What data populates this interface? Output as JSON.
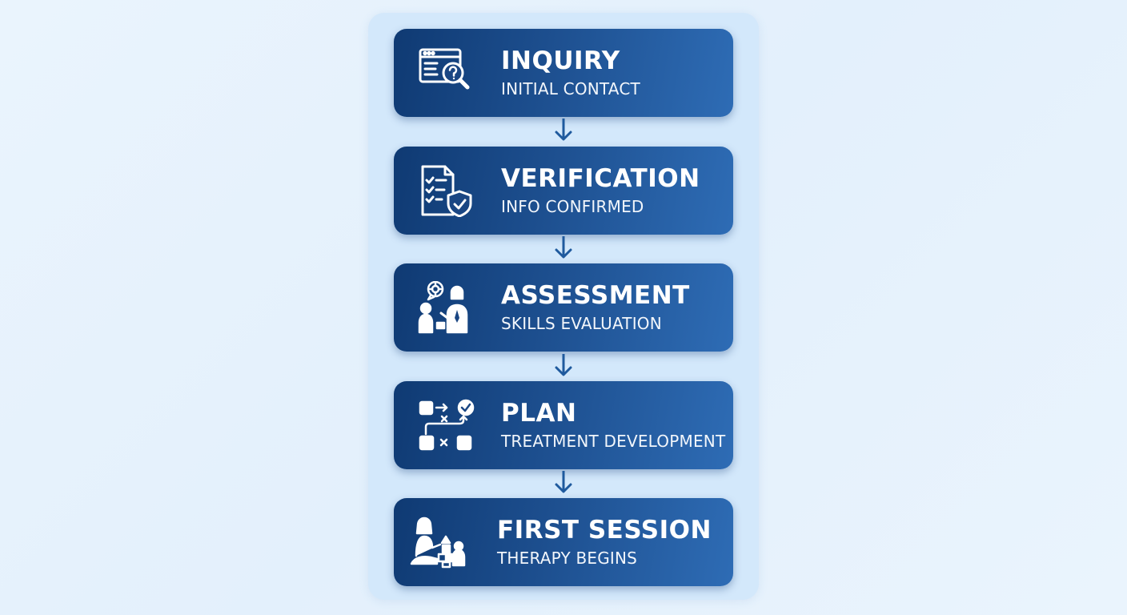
{
  "colors": {
    "background": "#e6f2fd",
    "panel": "#d3e8fb",
    "card_dark": "#0f3a73",
    "card_light": "#2e6cb5",
    "arrow": "#1f5a9e",
    "text": "#ffffff"
  },
  "steps": [
    {
      "title": "INQUIRY",
      "subtitle": "INITIAL CONTACT",
      "icon": "browser-question-magnifier-icon"
    },
    {
      "title": "VERIFICATION",
      "subtitle": "INFO CONFIRMED",
      "icon": "checklist-shield-icon"
    },
    {
      "title": "ASSESSMENT",
      "subtitle": "SKILLS EVALUATION",
      "icon": "therapist-child-assessment-icon"
    },
    {
      "title": "PLAN",
      "subtitle": "TREATMENT DEVELOPMENT",
      "icon": "plan-flowchart-icon"
    },
    {
      "title": "FIRST SESSION",
      "subtitle": "THERAPY BEGINS",
      "icon": "therapist-child-play-icon"
    }
  ]
}
